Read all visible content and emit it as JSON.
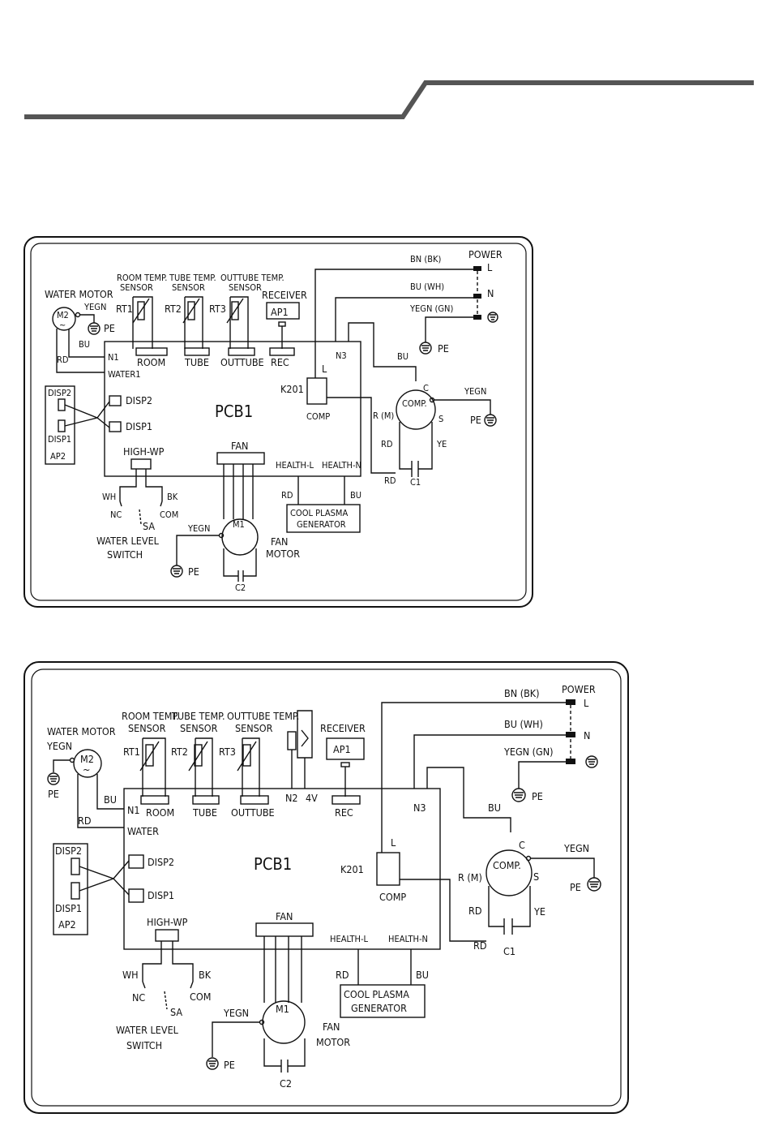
{
  "diagrams": [
    {
      "pcb": "PCB1",
      "sensor_headers": [
        "ROOM TEMP.",
        "TUBE TEMP.",
        "OUTTUBE TEMP."
      ],
      "sensor_word": "SENSOR",
      "rt": [
        "RT1",
        "RT2",
        "RT3"
      ],
      "connectors": [
        "ROOM",
        "TUBE",
        "OUTTUBE",
        "REC"
      ],
      "receiver": "RECEIVER",
      "ap1": "AP1",
      "water_motor": "WATER MOTOR",
      "m2": "M2",
      "yegn": "YEGN",
      "pe": "PE",
      "bu": "BU",
      "rd": "RD",
      "n1": "N1",
      "water": "WATER1",
      "disp2": "DISP2",
      "disp1": "DISP1",
      "ap2": "AP2",
      "high_wp": "HIGH-WP",
      "wh": "WH",
      "bk": "BK",
      "nc": "NC",
      "com": "COM",
      "sa": "SA",
      "wls1": "WATER LEVEL",
      "wls2": "SWITCH",
      "fan": "FAN",
      "m1": "M1",
      "fan_motor1": "FAN",
      "fan_motor2": "MOTOR",
      "c2": "C2",
      "health_l": "HEALTH-L",
      "health_n": "HEALTH-N",
      "plasma1": "COOL PLASMA",
      "plasma2": "GENERATOR",
      "k201": "K201",
      "l": "L",
      "comp_label": "COMP",
      "comp": "COMP.",
      "n3": "N3",
      "c": "C",
      "rm": "R (M)",
      "s": "S",
      "ye": "YE",
      "c1": "C1",
      "power": "POWER",
      "n": "N",
      "bn_bk": "BN (BK)",
      "bu_wh": "BU (WH)",
      "yegn_gn": "YEGN (GN)",
      "n2": "",
      "v4": ""
    },
    {
      "pcb": "PCB1",
      "sensor_headers": [
        "ROOM TEMP.",
        "TUBE TEMP.",
        "OUTTUBE TEMP."
      ],
      "sensor_word": "SENSOR",
      "rt": [
        "RT1",
        "RT2",
        "RT3"
      ],
      "connectors": [
        "ROOM",
        "TUBE",
        "OUTTUBE",
        "REC"
      ],
      "receiver": "RECEIVER",
      "ap1": "AP1",
      "water_motor": "WATER MOTOR",
      "m2": "M2",
      "yegn": "YEGN",
      "pe": "PE",
      "bu": "BU",
      "rd": "RD",
      "n1": "N1",
      "water": "WATER",
      "disp2": "DISP2",
      "disp1": "DISP1",
      "ap2": "AP2",
      "high_wp": "HIGH-WP",
      "wh": "WH",
      "bk": "BK",
      "nc": "NC",
      "com": "COM",
      "sa": "SA",
      "wls1": "WATER LEVEL",
      "wls2": "SWITCH",
      "fan": "FAN",
      "m1": "M1",
      "fan_motor1": "FAN",
      "fan_motor2": "MOTOR",
      "c2": "C2",
      "health_l": "HEALTH-L",
      "health_n": "HEALTH-N",
      "plasma1": "COOL PLASMA",
      "plasma2": "GENERATOR",
      "k201": "K201",
      "l": "L",
      "comp_label": "COMP",
      "comp": "COMP.",
      "n3": "N3",
      "c": "C",
      "rm": "R (M)",
      "s": "S",
      "ye": "YE",
      "c1": "C1",
      "power": "POWER",
      "n": "N",
      "bn_bk": "BN (BK)",
      "bu_wh": "BU (WH)",
      "yegn_gn": "YEGN (GN)",
      "n2": "N2",
      "v4": "4V"
    }
  ]
}
